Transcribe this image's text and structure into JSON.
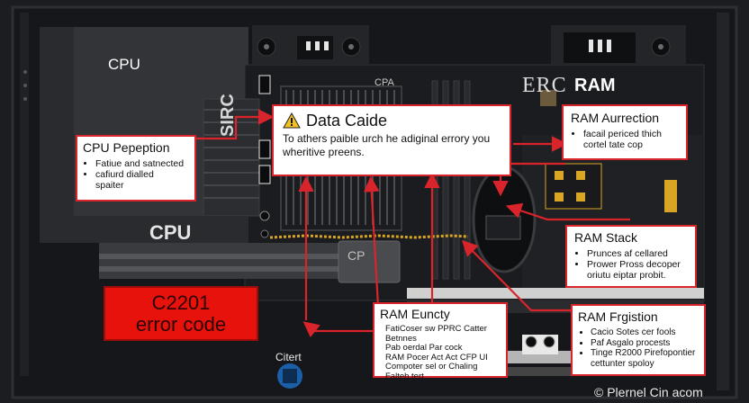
{
  "labels": {
    "cpu_top": "CPU",
    "cpa": "CPA",
    "erc": "ERC",
    "ram_brand": "RAM",
    "sirc": "SIRC",
    "cpu_big": "CPU",
    "cpu_small": "CP",
    "citert": "Citert",
    "footer": "© Plernel Cin acom"
  },
  "error_code": {
    "line1": "C2201",
    "line2": "error code"
  },
  "callouts": {
    "data_caide": {
      "title": "Data Caide",
      "body": "To athers paible urch he adiginal errory you wheritive preens."
    },
    "cpu_pepeption": {
      "title": "CPU Pepeption",
      "items": [
        "Fatiue and satnected",
        "cafiurd dialled",
        "spaiter"
      ]
    },
    "ram_aurrection": {
      "title": "RAM Aurrection",
      "items": [
        "facail periced thich",
        "cortel tate cop"
      ]
    },
    "ram_stack": {
      "title": "RAM Stack",
      "items": [
        "Prunces af cellared",
        "Prower Pross decoper",
        "oriutu eiptar probit."
      ]
    },
    "ram_euncty": {
      "title": "RAM Euncty",
      "items": [
        "FatiCoser sw PPRC Catter",
        "Betnnes",
        "Pab oerdal Par cock",
        "RAM Pocer Act Act CFP UI",
        "Compoter sel or Chaling",
        "Falteh tert"
      ]
    },
    "ram_frgistion": {
      "title": "RAM Frgistion",
      "items": [
        "Cacio Sotes cer fools",
        "Paf Asgalo procests",
        "Tinge R2000 Pirefopontier",
        "cettunter spoloy"
      ]
    }
  },
  "colors": {
    "accent": "#d9242c",
    "error_bg": "#e8120c",
    "connector_yellow": "#d8a524",
    "case": "#16171a"
  }
}
